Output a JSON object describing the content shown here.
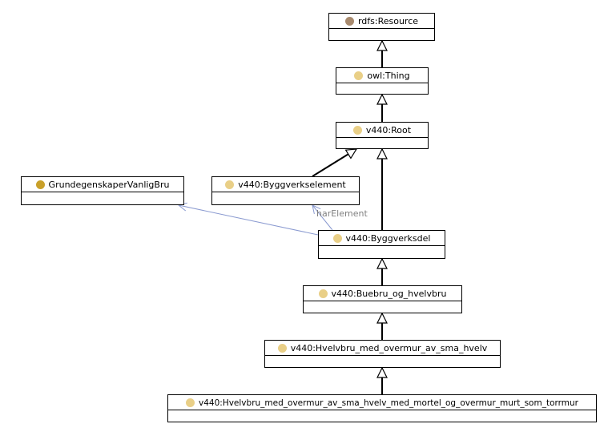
{
  "colors": {
    "resource_dot": "#a88a6e",
    "class_dot": "#e9cf87",
    "external_dot": "#c9a02a",
    "edge": "#000000",
    "relation_edge": "#8a9ad0",
    "relation_label": "#808080"
  },
  "nodes": {
    "rdfs_resource": {
      "label": "rdfs:Resource"
    },
    "owl_thing": {
      "label": "owl:Thing"
    },
    "root": {
      "label": "v440:Root"
    },
    "grundegenskaper": {
      "label": "GrundegenskaperVanligBru"
    },
    "byggverkselement": {
      "label": "v440:Byggverkselement"
    },
    "byggverksdel": {
      "label": "v440:Byggverksdel"
    },
    "buebru": {
      "label": "v440:Buebru_og_hvelvbru"
    },
    "hvelvbru": {
      "label": "v440:Hvelvbru_med_overmur_av_sma_hvelv"
    },
    "hvelvbru_mortel": {
      "label": "v440:Hvelvbru_med_overmur_av_sma_hvelv_med_mortel_og_overmur_murt_som_torrmur"
    }
  },
  "relations": {
    "har_element": {
      "label": "harElement"
    }
  }
}
